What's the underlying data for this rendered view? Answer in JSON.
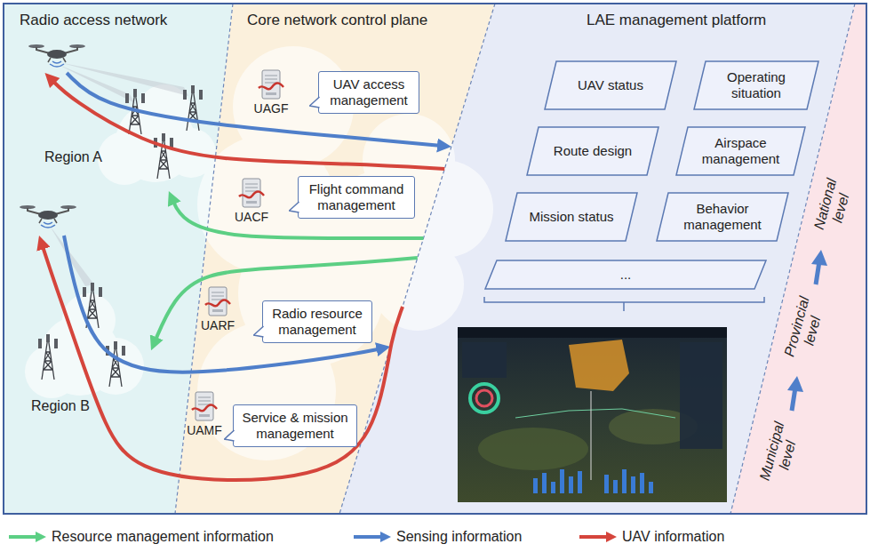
{
  "diagram": {
    "nodes": [
      {
        "text": [
          "Radio access network"
        ]
      },
      {
        "text": [
          "Region A"
        ],
        "in": 0
      },
      {
        "text": [
          "Region B"
        ],
        "in": 0
      },
      {
        "text": [
          "Core network control plane"
        ]
      },
      {
        "text": [
          "UAGF",
          "UAV access management"
        ],
        "in": 3
      },
      {
        "text": [
          "UACF",
          "Flight command management"
        ],
        "in": 3
      },
      {
        "text": [
          "UARF",
          "Radio resource management"
        ],
        "in": 3
      },
      {
        "text": [
          "UAMF",
          "Service & mission management"
        ],
        "in": 3
      },
      {
        "text": [
          "LAE management platform"
        ]
      },
      {
        "text": [
          "UAV status"
        ],
        "in": 8
      },
      {
        "text": [
          "Operating situation"
        ],
        "in": 8
      },
      {
        "text": [
          "Route design"
        ],
        "in": 8
      },
      {
        "text": [
          "Airspace management"
        ],
        "in": 8
      },
      {
        "text": [
          "Mission status"
        ],
        "in": 8
      },
      {
        "text": [
          "Behavior management"
        ],
        "in": 8
      },
      {
        "text": [
          "..."
        ],
        "in": 8
      },
      {
        "text": [
          "National level",
          "Provincial level",
          "Municipal level"
        ]
      }
    ],
    "edges": [
      {
        "from": 1,
        "to": 8,
        "arrow": "to"
      },
      {
        "from": 8,
        "to": 1,
        "arrow": "to"
      },
      {
        "from": 8,
        "to": 1,
        "arrow": "to"
      },
      {
        "from": 2,
        "to": 8,
        "arrow": "to"
      },
      {
        "from": 8,
        "to": 2,
        "arrow": "to"
      },
      {
        "from": 8,
        "to": 2,
        "arrow": "to"
      }
    ],
    "legend": [
      {
        "text": "Resource management information"
      },
      {
        "text": "Sensing information"
      },
      {
        "text": "UAV information"
      }
    ]
  }
}
